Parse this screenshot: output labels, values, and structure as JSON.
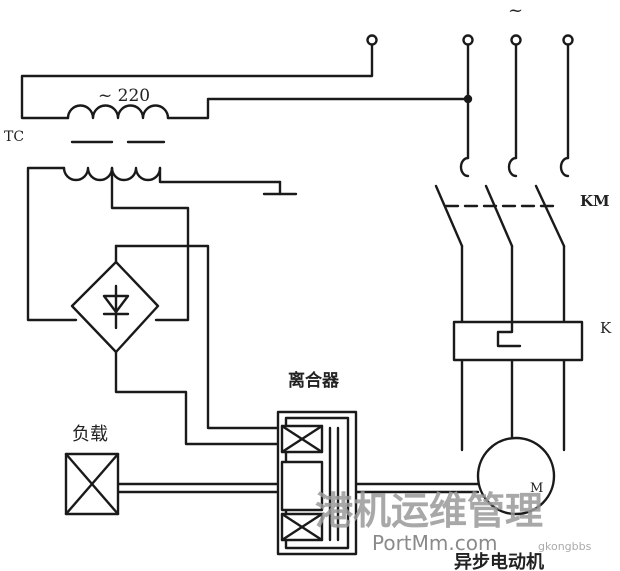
{
  "labels": {
    "ac_symbol": "~",
    "voltage": "~ 220",
    "transformer": "TC",
    "contactor": "KM",
    "relay": "K",
    "clutch": "离合器",
    "load": "负载",
    "motor_letter": "M",
    "motor": "异步电动机"
  },
  "watermark": {
    "title": "港机运维管理",
    "url": "PortMm.com",
    "small": "gkongbbs"
  },
  "colors": {
    "line": "#1a1a1a",
    "background": "#ffffff"
  }
}
